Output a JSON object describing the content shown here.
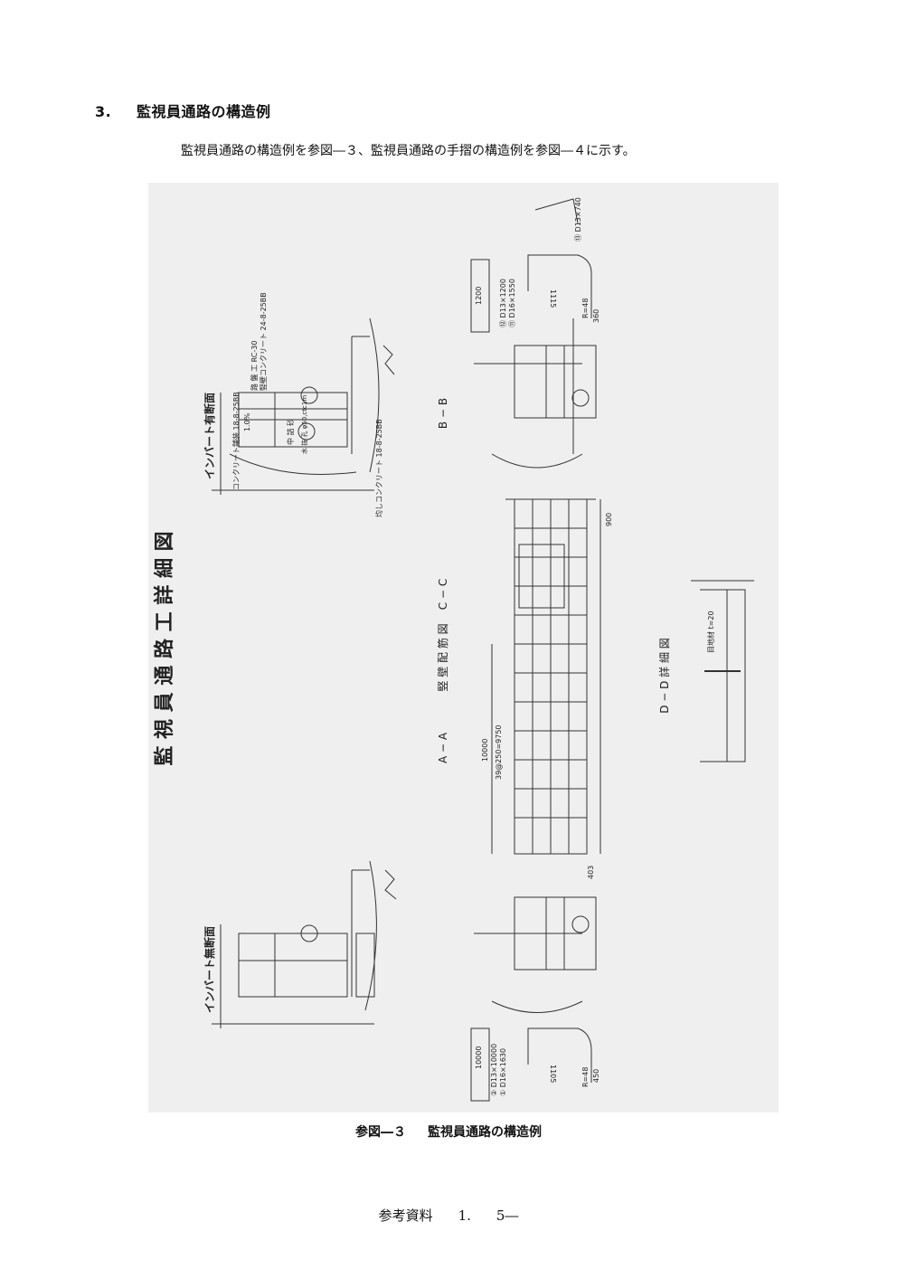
{
  "section": {
    "number": "3.",
    "title": "監視員通路の構造例"
  },
  "intro": "監視員通路の構造例を参図―３、監視員通路の手摺の構造例を参図―４に示す。",
  "drawing": {
    "title": "監 視 員 通 路 工 詳 細 図",
    "invert_with": "インバート有断面",
    "invert_without": "インバート無断面",
    "concrete_lining": "コンクリート舗装 18-8-25BB",
    "base_concrete": "均しコンクリート 18-8-25BB",
    "wall_concrete": "竪壁コンクリート 24-8-25BB",
    "side_wall": "路 盤 工 RC-30",
    "fill_sand": "中 詰 砂",
    "drain": "水 抜 孔 φ50,ctc1m",
    "slope": "1.0%",
    "aa": "A − A",
    "bb": "B − B",
    "cc": "C − C",
    "rebar_label": "竪 壁 配 筋 図",
    "dd": "D − D 詳 細 図",
    "joint": "目地材 t=20",
    "rebar_d16_1630": "① D16×1630",
    "rebar_d13_10000": "② D13×10000",
    "rebar_d16_1550": "⑪ D16×1550",
    "rebar_d13_1200": "⑫ D13×1200",
    "rebar_d13_740": "⑬ D13×740",
    "dim_10000": "10000",
    "dim_1200": "1200",
    "dim_39_250": "39@250=9750",
    "dim_900": "900",
    "dim_403": "403",
    "dim_r48": "R=48",
    "dim_1105": "1105",
    "dim_1115": "1115",
    "dim_450": "450",
    "dim_360": "360"
  },
  "caption": {
    "label": "参図―３",
    "title": "監視員通路の構造例"
  },
  "footer": {
    "a": "参考資料",
    "b": "1.",
    "c": "5―"
  }
}
